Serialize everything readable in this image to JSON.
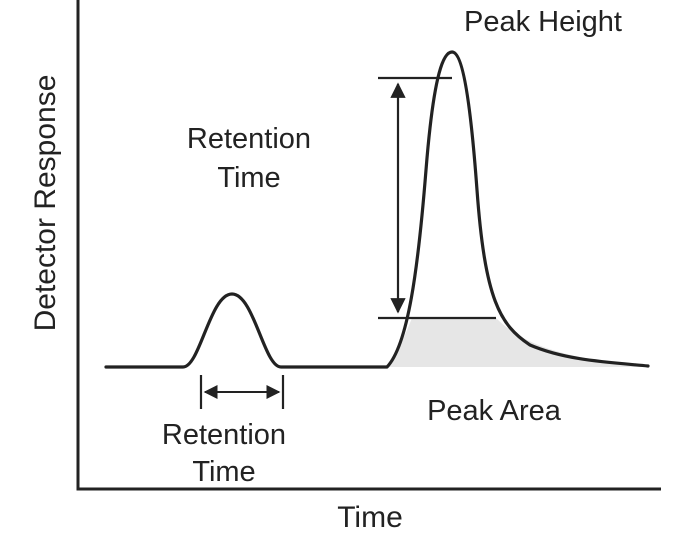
{
  "axes": {
    "y_label": "Detector Response",
    "x_label": "Time"
  },
  "annotations": {
    "retention_time_upper": [
      "Retention",
      "Time"
    ],
    "retention_time_lower": [
      "Retention",
      "Time"
    ],
    "peak_height": "Peak Height",
    "peak_area": "Peak Area"
  },
  "colors": {
    "ink": "#222222",
    "area_fill": "#e6e6e6",
    "background": "#ffffff"
  }
}
